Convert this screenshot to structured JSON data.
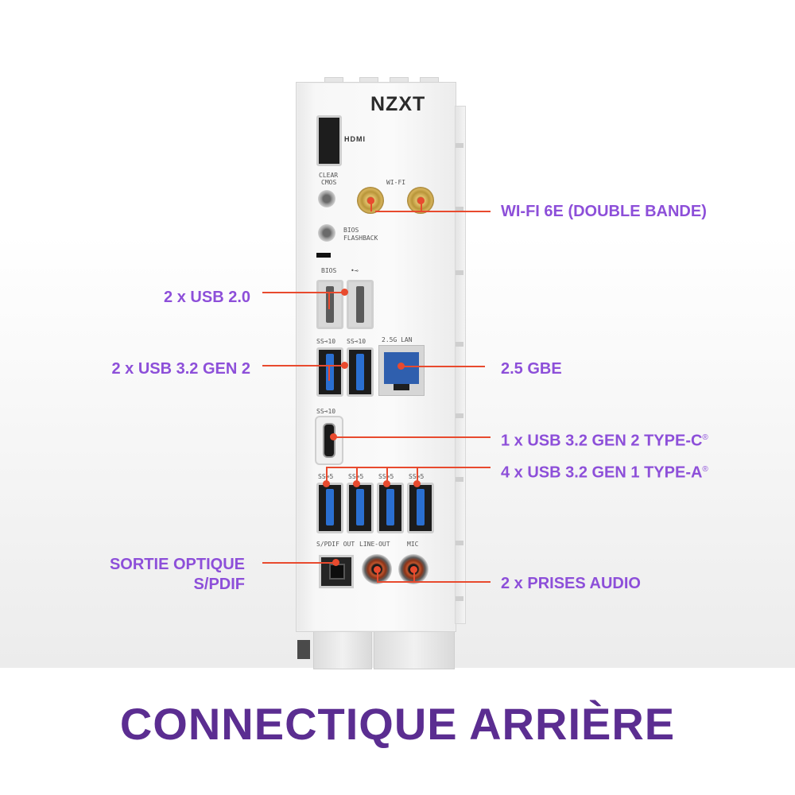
{
  "colors": {
    "accent": "#8d4fd9",
    "title": "#5b2d91",
    "callout_line": "#e84a2e"
  },
  "footer": {
    "title": "CONNECTIQUE ARRIÈRE"
  },
  "shield": {
    "logo": "NZXT",
    "labels": {
      "hdmi": "HDMI",
      "clear_cmos_1": "CLEAR",
      "clear_cmos_2": "CMOS",
      "wifi": "WI-FI",
      "bios_flashback_1": "BIOS",
      "bios_flashback_2": "FLASHBACK",
      "bios": "BIOS",
      "usb_symbol": "•⊸",
      "usb3_a": "SS⊸10",
      "usb3_b": "SS⊸10",
      "lan": "2.5G LAN",
      "typec": "SS⊸10",
      "usb_5_1": "SS⊸5",
      "usb_5_2": "SS⊸5",
      "usb_5_3": "SS⊸5",
      "usb_5_4": "SS⊸5",
      "spdif": "S/PDIF OUT",
      "line_out": "LINE-OUT",
      "mic": "MIC"
    }
  },
  "callouts": {
    "wifi": "WI-FI 6E (DOUBLE BANDE)",
    "usb2": "2 x USB 2.0",
    "usb32_gen2": "2 x USB 3.2 GEN 2",
    "gbe": "2.5 GBE",
    "typec": "1 x USB 3.2 GEN 2 TYPE-C",
    "typea": "4 x USB 3.2 GEN 1 TYPE-A",
    "reg_mark": "®",
    "optical_1": "SORTIE OPTIQUE",
    "optical_2": "S/PDIF",
    "audio": "2 x PRISES AUDIO"
  }
}
